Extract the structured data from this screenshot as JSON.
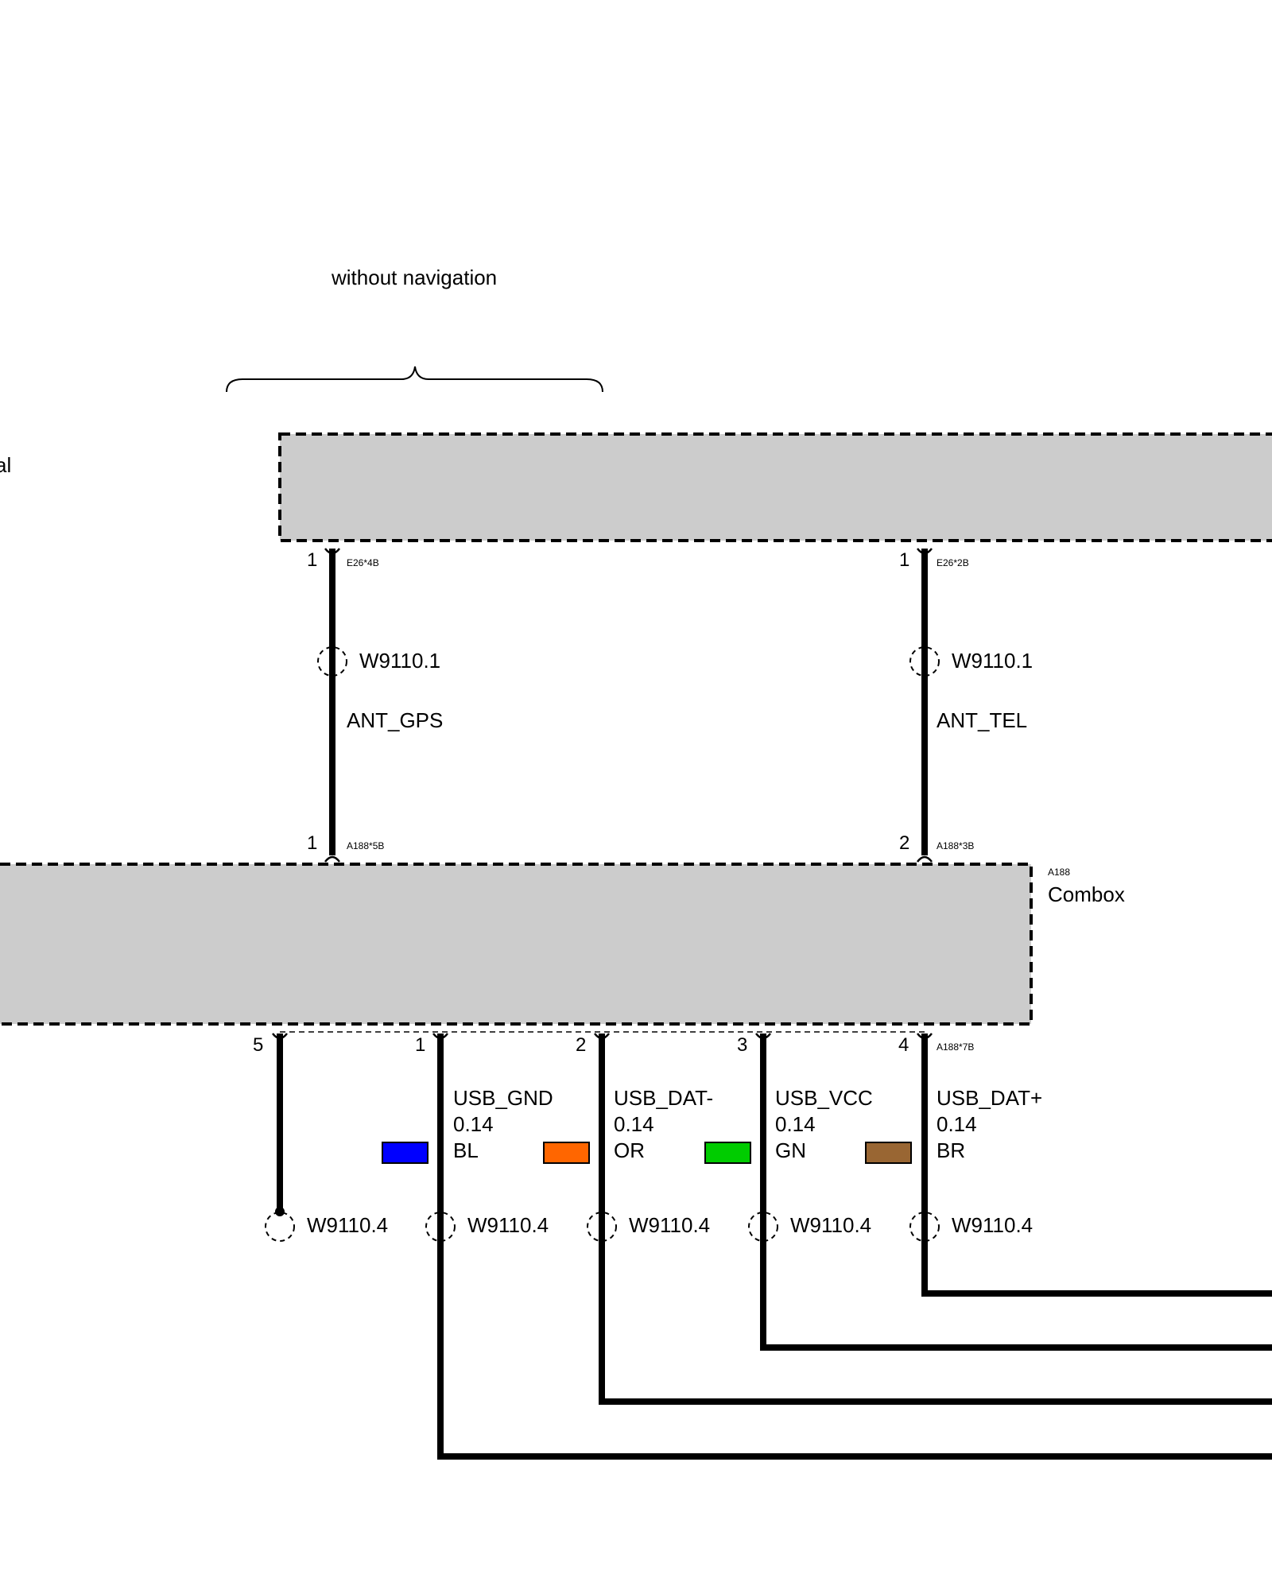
{
  "variant_note": "without navigation",
  "cut_label_fragment": "al",
  "colors": {
    "module_fill": "#cccccc",
    "wire": "#000000",
    "BL": "#0000ff",
    "OR": "#ff6600",
    "GN": "#00cc00",
    "BR": "#996633"
  },
  "antenna_wires": [
    {
      "top_pin": "1",
      "top_connector": "E26*4B",
      "wire_id": "W9110.1",
      "signal": "ANT_GPS",
      "bottom_pin": "1",
      "bottom_connector": "A188*5B"
    },
    {
      "top_pin": "1",
      "top_connector": "E26*2B",
      "wire_id": "W9110.1",
      "signal": "ANT_TEL",
      "bottom_pin": "2",
      "bottom_connector": "A188*3B"
    }
  ],
  "combox": {
    "ref": "A188",
    "name": "Combox",
    "bottom_connector": "A188*7B"
  },
  "usb_wires": [
    {
      "pin": "5",
      "wire_id": "W9110.4"
    },
    {
      "pin": "1",
      "signal": "USB_GND",
      "gauge": "0.14",
      "color_code": "BL",
      "wire_id": "W9110.4"
    },
    {
      "pin": "2",
      "signal": "USB_DAT-",
      "gauge": "0.14",
      "color_code": "OR",
      "wire_id": "W9110.4"
    },
    {
      "pin": "3",
      "signal": "USB_VCC",
      "gauge": "0.14",
      "color_code": "GN",
      "wire_id": "W9110.4"
    },
    {
      "pin": "4",
      "signal": "USB_DAT+",
      "gauge": "0.14",
      "color_code": "BR",
      "wire_id": "W9110.4"
    }
  ]
}
